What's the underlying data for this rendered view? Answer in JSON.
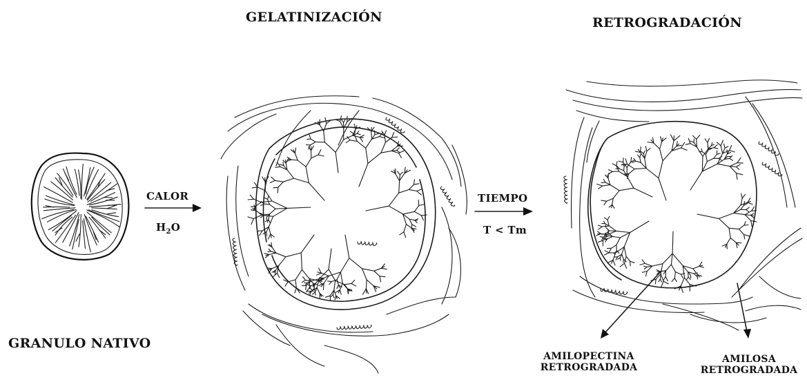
{
  "titles": {
    "gelatinizacion": "GELATINIZACIÓN",
    "retrogradacion": "RETROGRADACIÓN"
  },
  "labels": {
    "granulo_nativo": "GRANULO NATIVO",
    "calor": "CALOR",
    "h2o_h": "H",
    "h2o_sub": "2",
    "h2o_o": "O",
    "tiempo": "TIEMPO",
    "t_lt_tm": "T < Tm",
    "amilopectina_line1": "AMILOPECTINA",
    "amilopectina_line2": "RETROGRADADA",
    "amilosa_line1": "AMILOSA",
    "amilosa_line2": "RETROGRADADA"
  },
  "colors": {
    "ink": "#111111",
    "background": "#ffffff"
  },
  "icons": {
    "native_granule": "native-granule-drawing",
    "gelatinized_granule": "gelatinized-granule-drawing",
    "retrograded_granule": "retrograded-granule-drawing"
  }
}
